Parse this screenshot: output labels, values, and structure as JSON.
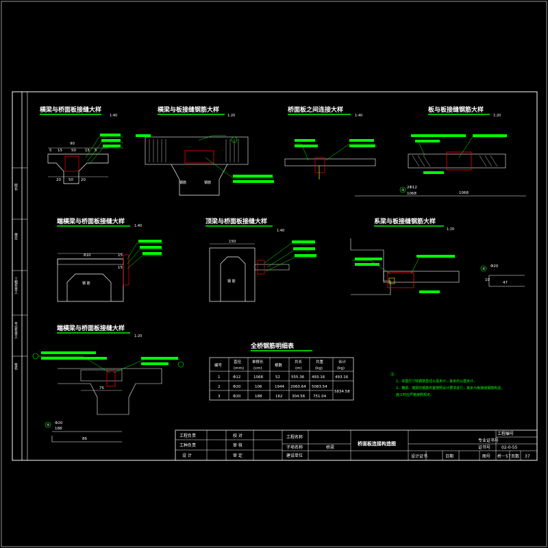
{
  "colors": {
    "background": "#000000",
    "frame": "#ffffff",
    "outline": "#ffffff",
    "rebar": "#ff0000",
    "leader": "#00ff00",
    "underline": "#00ff00",
    "text": "#ffffff",
    "accent_yellow": "#ffff00",
    "accent_magenta": "#ff00ff"
  },
  "details": {
    "d1": {
      "title": "横梁与桥面板接缝大样",
      "scale": "1:40",
      "dims": [
        "90",
        "5",
        "15",
        "50",
        "15",
        "5"
      ],
      "dims2": [
        "20",
        "50",
        "20"
      ]
    },
    "d2": {
      "title": "横梁与板接缝钢筋大样",
      "scale": "1:20",
      "labels": [
        "钢筋",
        "钢筋"
      ]
    },
    "d3": {
      "title": "桥面板之间连接大样",
      "scale": "1:40"
    },
    "d4": {
      "title": "板与板接缝钢筋大样",
      "scale": "1:20",
      "callout_num": "③",
      "callout_text": "2Φ12",
      "dim1": "1068",
      "dim2": "1068"
    },
    "d5": {
      "title": "端横梁与桥面板接缝大样",
      "scale": "1:40",
      "dim": "810",
      "dims_side": [
        "15",
        "15"
      ],
      "center_label": "钢 筋"
    },
    "d6": {
      "title": "顶梁与桥面板接缝大样",
      "scale": "1:40",
      "dim": "150",
      "center_label": "钢 筋"
    },
    "d7": {
      "title": "系梁与板接缝钢筋大样",
      "scale": "1:20",
      "callout_num": "④",
      "callout_text": "Φ20",
      "callout_sub": "10",
      "dim": "47"
    },
    "d8": {
      "title": "端横梁与桥面板接缝大样",
      "scale": "1:20",
      "dim": "75",
      "callout_num": "⑤",
      "callout_text": "Φ20",
      "callout_sub": "188",
      "dim2": "86"
    }
  },
  "table": {
    "title": "全桥钢筋明细表",
    "headers": [
      [
        "编号",
        ""
      ],
      [
        "直径",
        "(mm)"
      ],
      [
        "单根长",
        "(cm)"
      ],
      [
        "根数",
        ""
      ],
      [
        "共长",
        "(m)"
      ],
      [
        "共重",
        "(kg)"
      ],
      [
        "合计",
        "(kg)"
      ]
    ],
    "rows": [
      [
        "1",
        "Φ12",
        "1068",
        "52",
        "555.36",
        "493.16",
        "493.16"
      ],
      [
        "2",
        "Φ20",
        "106",
        "1944",
        "2060.64",
        "5083.54",
        ""
      ],
      [
        "3",
        "Φ20",
        "188",
        "162",
        "304.56",
        "751.04",
        ""
      ]
    ],
    "merged_total": "5834.58"
  },
  "notes": {
    "heading": "注：",
    "lines": [
      "1、本图尺寸除钢筋直径以毫米计，其余均以厘米计。",
      "2、横梁、端梁的钢筋布置按照设计要求进行，其余为板接缝钢筋构造。",
      "施工时应严格按照规定。"
    ]
  },
  "left_strip": [
    "院长",
    "审定",
    "工程负责人",
    "专业负责人",
    "签名"
  ],
  "title_block": {
    "r1": [
      "工程负责",
      "",
      "校 对",
      ""
    ],
    "r2": [
      "工种负责",
      "",
      "审 核",
      ""
    ],
    "r3": [
      "设 计",
      "",
      "审 定",
      ""
    ],
    "project_label": "工程名称",
    "sub_label": "子项名称",
    "sub_value": "桥梁",
    "build_label": "建设单位",
    "drawing_title": "桥面板连接构造图",
    "right_top": [
      "专业证书号",
      "工程编号"
    ],
    "right_mid": [
      "证书号",
      "02-0-55"
    ],
    "bottom_cells": [
      "设计证书",
      "日期",
      "图号",
      "桥－57",
      "页数",
      "37"
    ]
  }
}
